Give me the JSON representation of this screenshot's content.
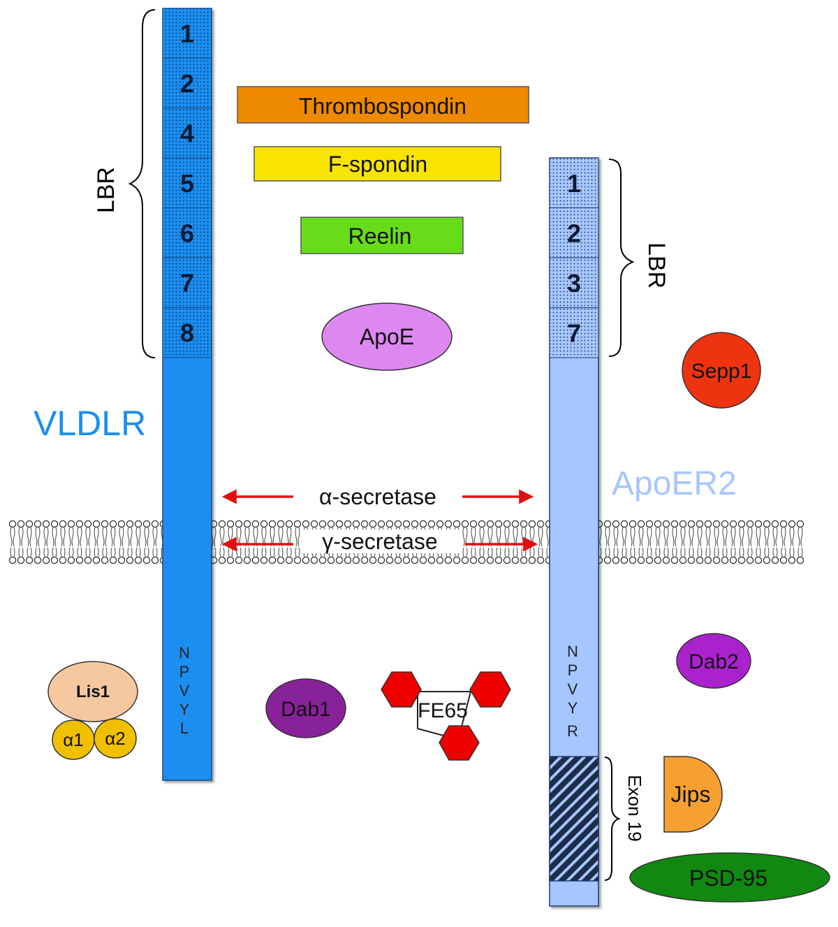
{
  "colors": {
    "vldlr": "#1a8ef0",
    "apoer2": "#a6c6ff",
    "thrombospondin": "#ee8a00",
    "fspondin": "#f8e400",
    "reelin": "#66dd18",
    "apoe": "#dd88f0",
    "sepp1": "#ee3311",
    "dab1": "#882299",
    "dab2": "#aa22cc",
    "lis1": "#f6c8a0",
    "alpha": "#f0c000",
    "fe65": "#ee0000",
    "jips": "#f5a030",
    "psd95": "#118811",
    "arrow": "#e01010"
  },
  "vldlr": {
    "label": "VLDLR",
    "repeats": [
      "1",
      "2",
      "4",
      "5",
      "6",
      "7",
      "8"
    ],
    "lbr_label": "LBR",
    "motif": [
      "N",
      "P",
      "V",
      "Y",
      "L"
    ]
  },
  "apoer2": {
    "label": "ApoER2",
    "repeats": [
      "1",
      "2",
      "3",
      "7"
    ],
    "lbr_label": "LBR",
    "motif": [
      "N",
      "P",
      "V",
      "Y",
      "R"
    ],
    "exon_label": "Exon 19"
  },
  "ligands": {
    "thrombospondin": "Thrombospondin",
    "fspondin": "F-spondin",
    "reelin": "Reelin",
    "apoe": "ApoE",
    "sepp1": "Sepp1"
  },
  "membrane": {
    "alpha_secretase": "α-secretase",
    "gamma_secretase": "γ-secretase"
  },
  "adaptors": {
    "lis1": "Lis1",
    "alpha1": "α1",
    "alpha2": "α2",
    "dab1": "Dab1",
    "fe65": "FE65",
    "dab2": "Dab2",
    "jips": "Jips",
    "psd95": "PSD-95"
  }
}
